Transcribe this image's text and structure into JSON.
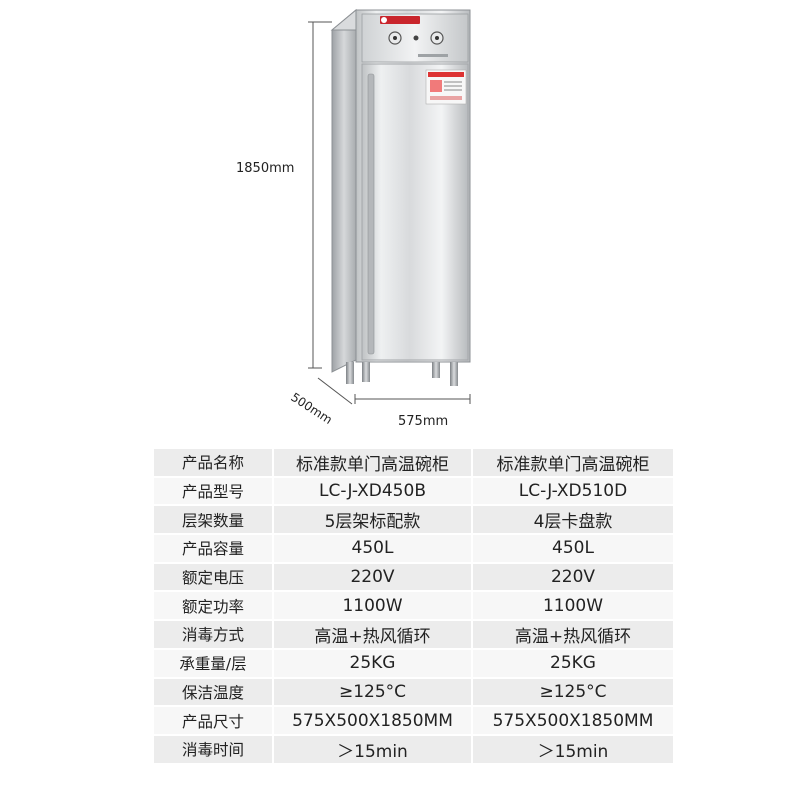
{
  "dimensions": {
    "height": "1850mm",
    "depth": "500mm",
    "width": "575mm"
  },
  "spec_table": {
    "rows": [
      {
        "label": "产品名称",
        "col1": "标准款单门高温碗柜",
        "col2": "标准款单门高温碗柜"
      },
      {
        "label": "产品型号",
        "col1": "LC-J-XD450B",
        "col2": "LC-J-XD510D"
      },
      {
        "label": "层架数量",
        "col1": "5层架标配款",
        "col2": "4层卡盘款"
      },
      {
        "label": "产品容量",
        "col1": "450L",
        "col2": "450L"
      },
      {
        "label": "额定电压",
        "col1": "220V",
        "col2": "220V"
      },
      {
        "label": "额定功率",
        "col1": "1100W",
        "col2": "1100W"
      },
      {
        "label": "消毒方式",
        "col1": "高温+热风循环",
        "col2": "高温+热风循环"
      },
      {
        "label": "承重量/层",
        "col1": "25KG",
        "col2": "25KG"
      },
      {
        "label": "保洁温度",
        "col1": "≥125°C",
        "col2": "≥125°C"
      },
      {
        "label": "产品尺寸",
        "col1": "575X500X1850MM",
        "col2": "575X500X1850MM"
      },
      {
        "label": "消毒时间",
        "col1": "＞15min",
        "col2": "＞15min"
      }
    ]
  }
}
